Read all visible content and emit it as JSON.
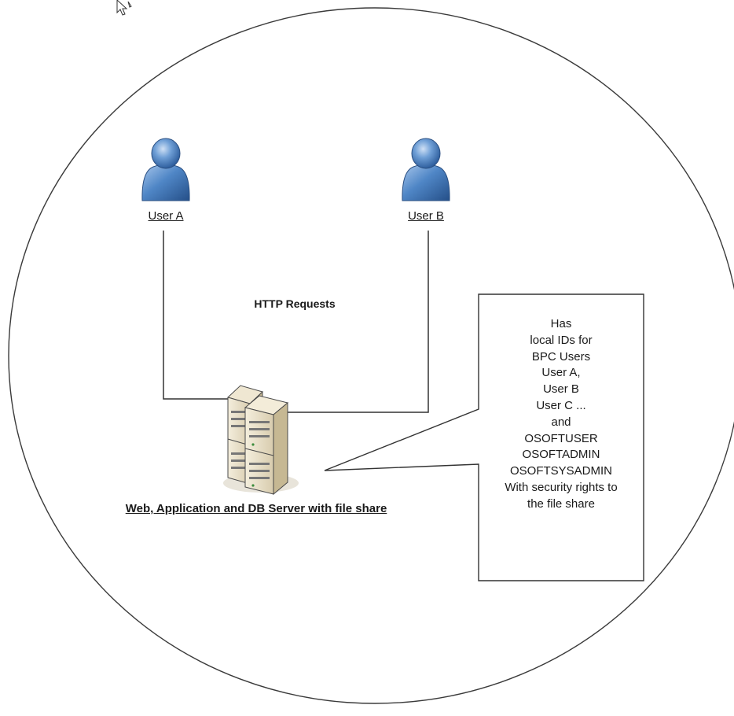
{
  "users": [
    {
      "label": "User A"
    },
    {
      "label": "User B"
    }
  ],
  "connection_label": "HTTP Requests",
  "server_label": "Web, Application and DB Server with file share",
  "callout_lines": [
    "Has",
    "local IDs for",
    "BPC Users",
    "User A,",
    "User B",
    "User C ...",
    "and",
    "OSOFTUSER",
    "OSOFTADMIN",
    "OSOFTSYSADMIN",
    "With security rights to",
    "the file share"
  ],
  "icons": {
    "users": "user-icon",
    "server": "server-icon",
    "cursor": "cursor-icon"
  },
  "colors": {
    "user_fill": "#4f86c6",
    "user_dark": "#2f5f9e",
    "server_fill": "#e6dcc4",
    "line": "#333333"
  }
}
